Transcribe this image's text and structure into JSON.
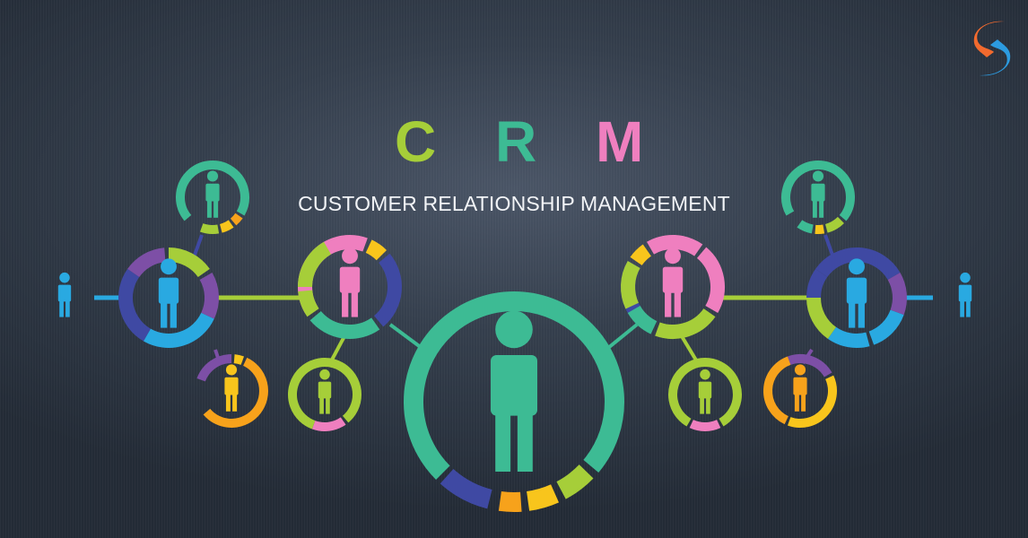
{
  "title": {
    "letters": [
      "C",
      "R",
      "M"
    ]
  },
  "subtitle": "CUSTOMER RELATIONSHIP MANAGEMENT",
  "icons": {
    "person": "person-icon",
    "logo": "brand-logo-icon"
  },
  "colors": {
    "green": "#a6ce39",
    "teal": "#3dbb94",
    "pink": "#ef7fbf",
    "blue": "#29a9e1",
    "navy": "#3f49a3",
    "purple": "#7d4fa6",
    "orange": "#f7a21b",
    "yellow": "#f8c51c",
    "c_letter": "#a6ce39",
    "r_letter": "#3dbb94",
    "m_letter": "#ef7fbf"
  }
}
